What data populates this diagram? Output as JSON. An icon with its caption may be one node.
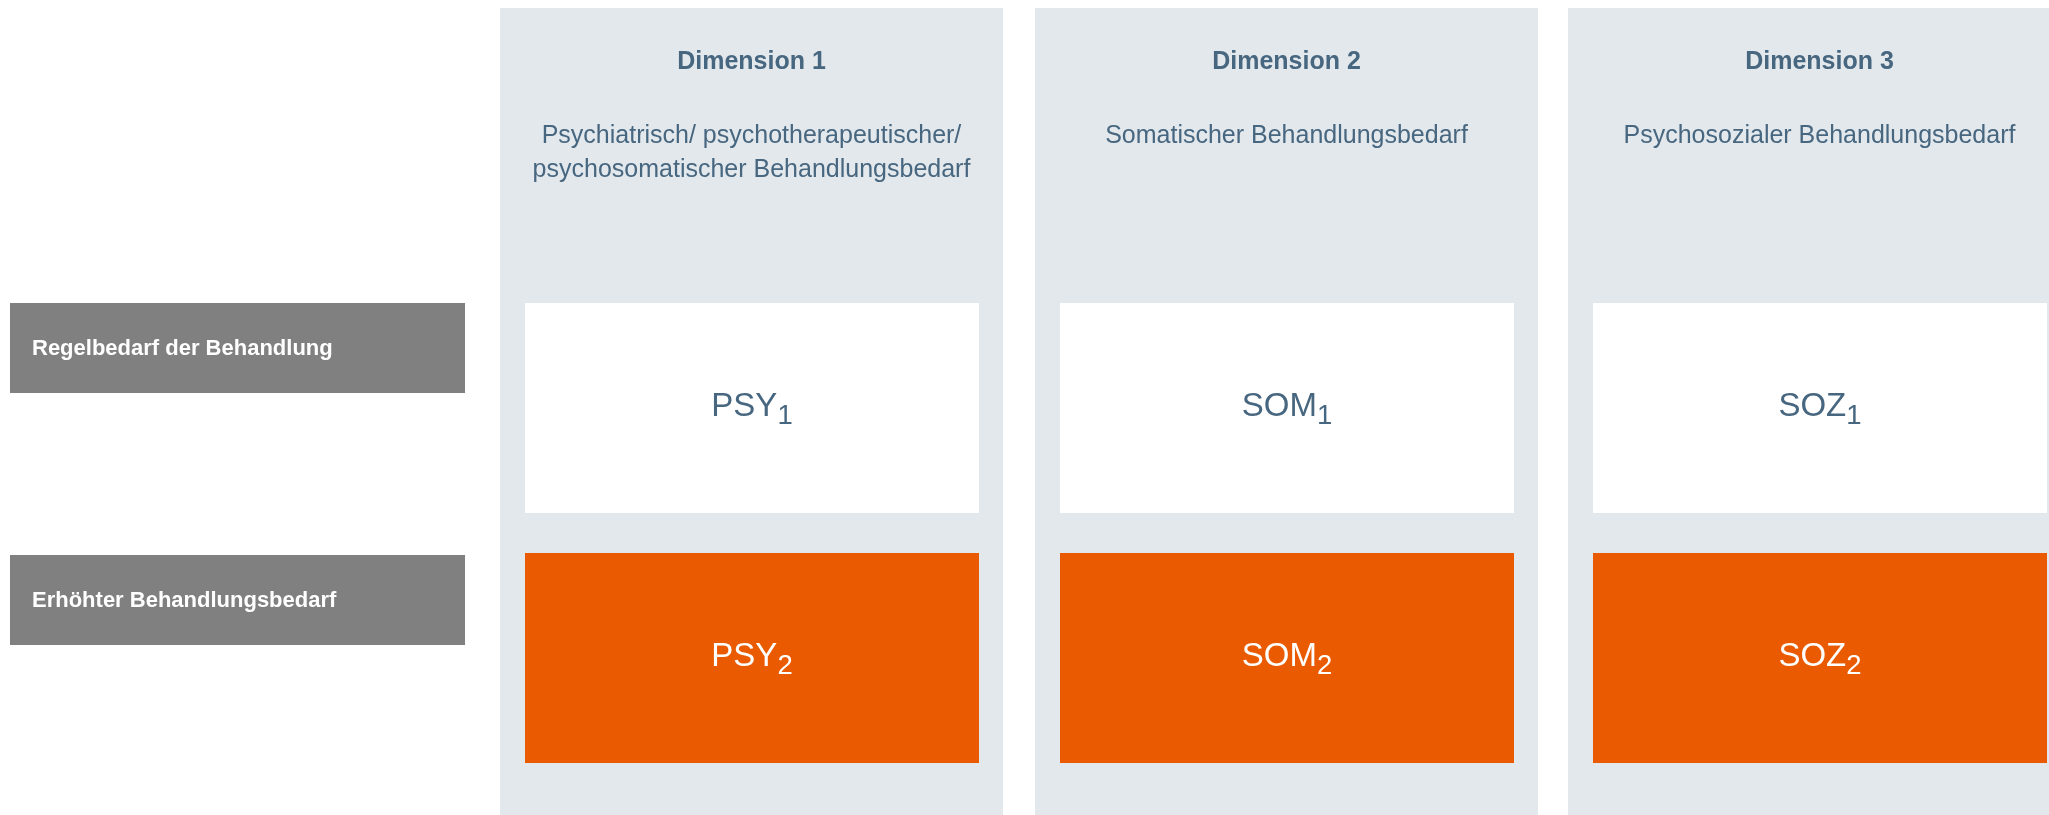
{
  "diagram": {
    "nodes": [
      {
        "text": [
          "Dimension 1",
          "Psychiatrisch/ psychotherapeutischer/ psychosomatischer Behandlungsbedarf"
        ]
      },
      {
        "text": [
          "Dimension 2",
          "Somatischer Behandlungsbedarf"
        ]
      },
      {
        "text": [
          "Dimension 3",
          "Psychosozialer Behandlungsbedarf"
        ]
      },
      {
        "text": [
          "Regelbedarf der Behandlung"
        ]
      },
      {
        "text": [
          "PSY$_{1}$"
        ],
        "in": 0
      },
      {
        "text": [
          "SOM$_{1}$"
        ],
        "in": 1
      },
      {
        "text": [
          "SOZ$_{1}$"
        ],
        "in": 2
      },
      {
        "text": [
          "Erhöhter Behandlungsbedarf"
        ]
      },
      {
        "text": [
          "PSY$_{2}$"
        ],
        "in": 0
      },
      {
        "text": [
          "SOM$_{2}$"
        ],
        "in": 1
      },
      {
        "text": [
          "SOZ$_{2}$"
        ],
        "in": 2
      }
    ]
  }
}
